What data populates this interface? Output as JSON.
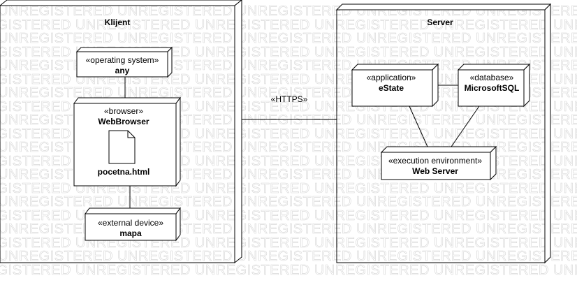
{
  "watermark": "UNREGISTERED",
  "client": {
    "title": "Klijent",
    "os": {
      "stereotype": "«operating system»",
      "name": "any"
    },
    "browser": {
      "stereotype": "«browser»",
      "name": "WebBrowser",
      "artifact": "pocetna.html"
    },
    "device": {
      "stereotype": "«external device»",
      "name": "mapa"
    }
  },
  "connection": {
    "label": "«HTTPS»"
  },
  "server": {
    "title": "Server",
    "app": {
      "stereotype": "«application»",
      "name": "eState"
    },
    "db": {
      "stereotype": "«database»",
      "name": "MicrosoftSQL"
    },
    "env": {
      "stereotype": "«execution environment»",
      "name": "Web Server"
    }
  },
  "colors": {
    "line": "#000000",
    "fill": "#ffffff",
    "watermark": "#d4d4d4"
  }
}
